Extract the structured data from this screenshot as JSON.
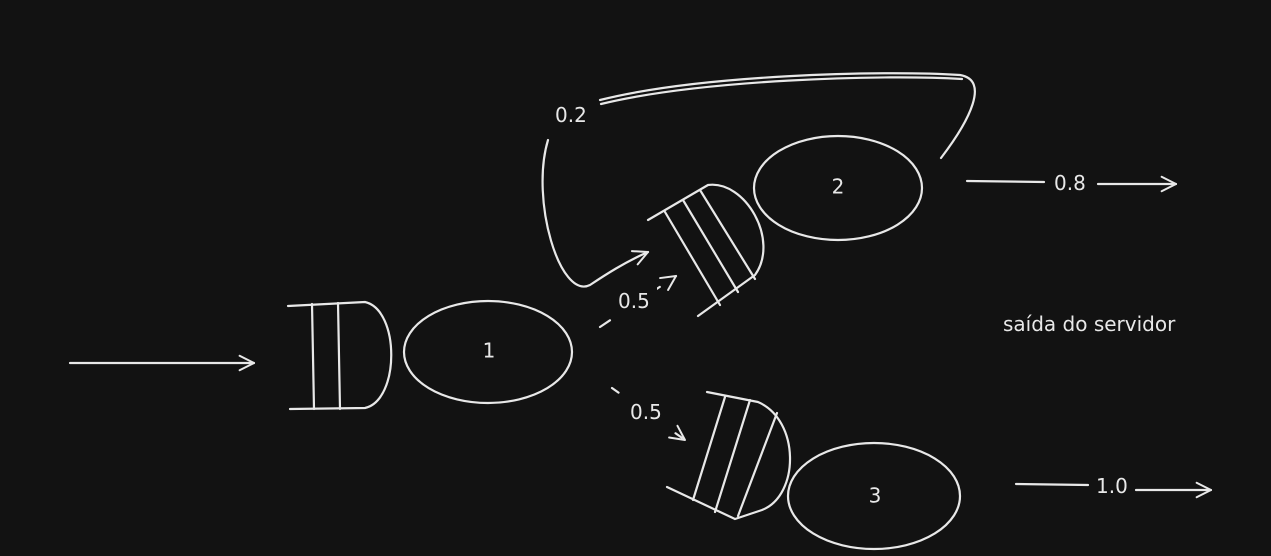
{
  "nodes": [
    {
      "id": "1",
      "label": "1"
    },
    {
      "id": "2",
      "label": "2"
    },
    {
      "id": "3",
      "label": "3"
    }
  ],
  "edges": [
    {
      "from": "entrada",
      "to": "1",
      "label": ""
    },
    {
      "from": "1",
      "to": "2",
      "label": "0.5"
    },
    {
      "from": "1",
      "to": "3",
      "label": "0.5"
    },
    {
      "from": "2",
      "to": "2",
      "label": "0.2"
    },
    {
      "from": "2",
      "to": "saída",
      "label": "0.8"
    },
    {
      "from": "3",
      "to": "saída",
      "label": "1.0"
    }
  ],
  "annotation": "saída do servidor",
  "colors": {
    "background": "#121212",
    "stroke": "#e8e8e8"
  }
}
